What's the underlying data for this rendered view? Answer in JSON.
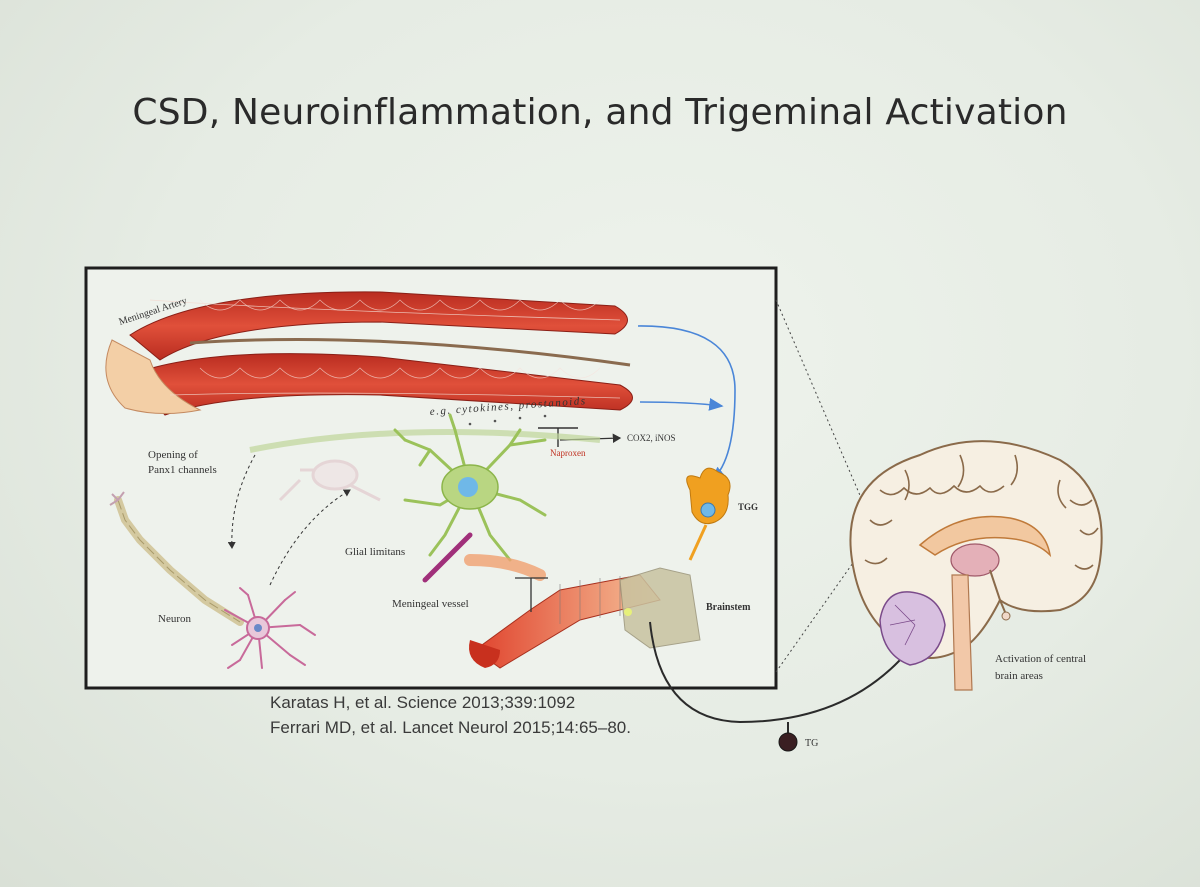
{
  "slide": {
    "title": "CSD, Neuroinflammation, and Trigeminal Activation",
    "references": [
      "Karatas H, et al. Science 2013;339:1092",
      "Ferrari MD, et al. Lancet Neurol 2015;14:65–80."
    ]
  },
  "diagram": {
    "labels": {
      "artery": "Meningeal Artery",
      "cytokines": "e.g. cytokines, prostanoids",
      "naproxen": "Naproxen",
      "cox2": "COX2, iNOS",
      "opening": "Opening of",
      "panx1": "Panx1 channels",
      "tgg": "TGG",
      "glial": "Glial limitans",
      "neuron": "Neuron",
      "vessel": "Meningeal vessel",
      "brainstem": "Brainstem",
      "activation_1": "Activation of central",
      "activation_2": "brain areas",
      "tg": "TG"
    },
    "colors": {
      "artery_red": "#d8402e",
      "astrocyte_green": "#9bc25a",
      "neuron_pink": "#c86a9a",
      "ganglion_orange": "#f0a020",
      "arrow_blue": "#4a86d8",
      "nerve_dark": "#2b2b2b"
    }
  }
}
